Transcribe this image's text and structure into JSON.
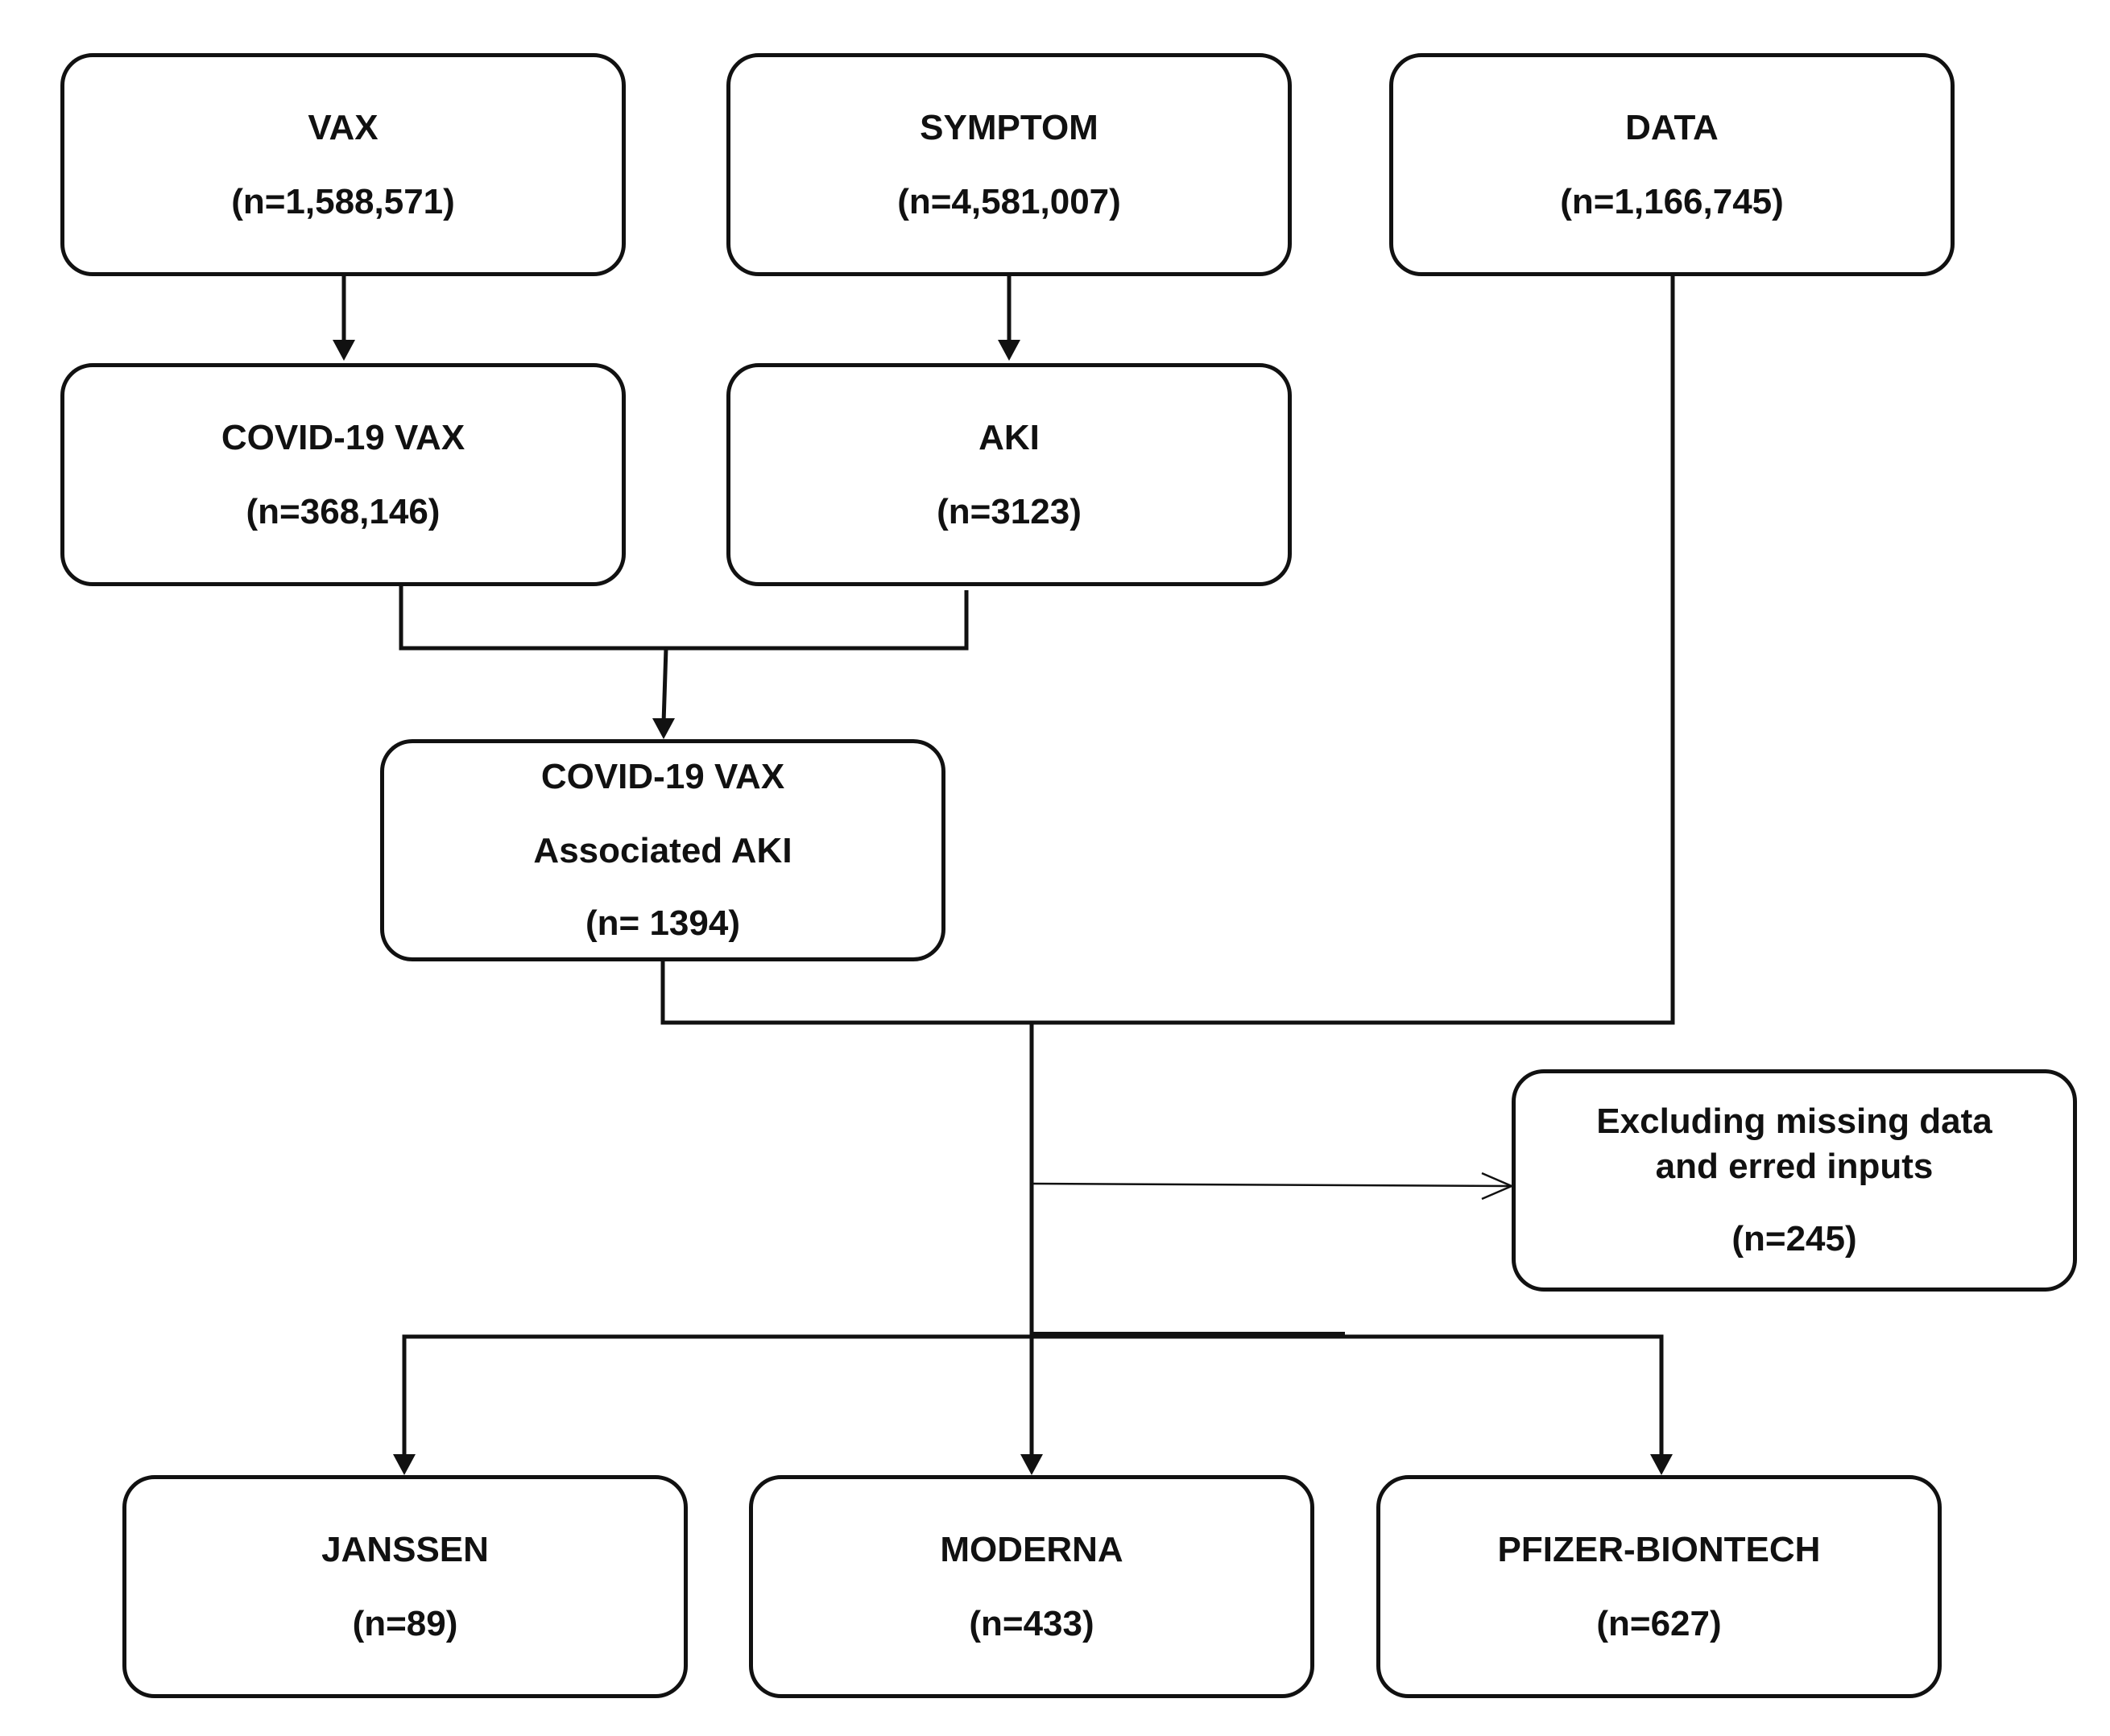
{
  "diagram": {
    "colors": {
      "line": "#111111",
      "box_border": "#111111",
      "box_fill": "#ffffff"
    },
    "boxes": {
      "vax": {
        "label": "VAX",
        "count": "(n=1,588,571)"
      },
      "symptom": {
        "label": "SYMPTOM",
        "count": "(n=4,581,007)"
      },
      "data": {
        "label": "DATA",
        "count": "(n=1,166,745)"
      },
      "covid_vax": {
        "label": "COVID-19 VAX",
        "count": "(n=368,146)"
      },
      "aki": {
        "label": "AKI",
        "count": "(n=3123)"
      },
      "assoc_aki": {
        "label_line1": "COVID-19 VAX",
        "label_line2": "Associated AKI",
        "count": "(n= 1394)"
      },
      "excluded": {
        "label_line1": "Excluding missing data",
        "label_line2": "and erred inputs",
        "count": "(n=245)"
      },
      "janssen": {
        "label": "JANSSEN",
        "count": "(n=89)"
      },
      "moderna": {
        "label": "MODERNA",
        "count": "(n=433)"
      },
      "pfizer": {
        "label": "PFIZER-BIONTECH",
        "count": "(n=627)"
      }
    }
  }
}
